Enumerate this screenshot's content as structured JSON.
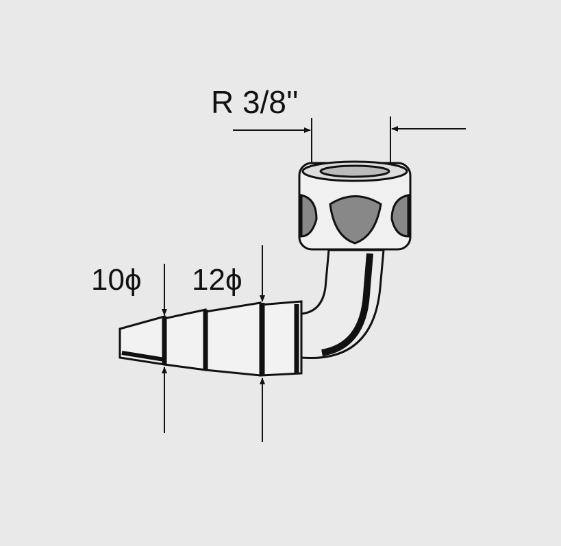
{
  "drawing": {
    "thread_label": "R 3/8''",
    "diameter_small_label": "10ϕ",
    "diameter_large_label": "12ϕ"
  },
  "colors": {
    "background": "#e9e9e9",
    "ink": "#111111"
  }
}
